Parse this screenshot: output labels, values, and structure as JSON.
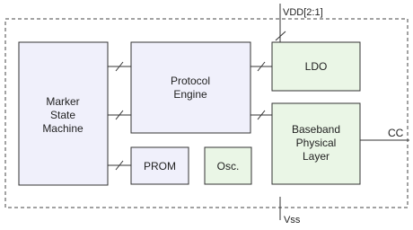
{
  "colors": {
    "digital_fill": "#f0f0fb",
    "analog_fill": "#eaf6e6",
    "border": "#333333",
    "boundary": "#444444"
  },
  "blocks": {
    "marker_state_machine": [
      "Marker",
      "State",
      "Machine"
    ],
    "protocol_engine": [
      "Protocol",
      "Engine"
    ],
    "prom": "PROM",
    "osc": "Osc.",
    "ldo": "LDO",
    "baseband": [
      "Baseband",
      "Physical",
      "Layer"
    ]
  },
  "pins": {
    "vdd": "VDD[2:1]",
    "vss": "Vss",
    "cc": "CC"
  }
}
